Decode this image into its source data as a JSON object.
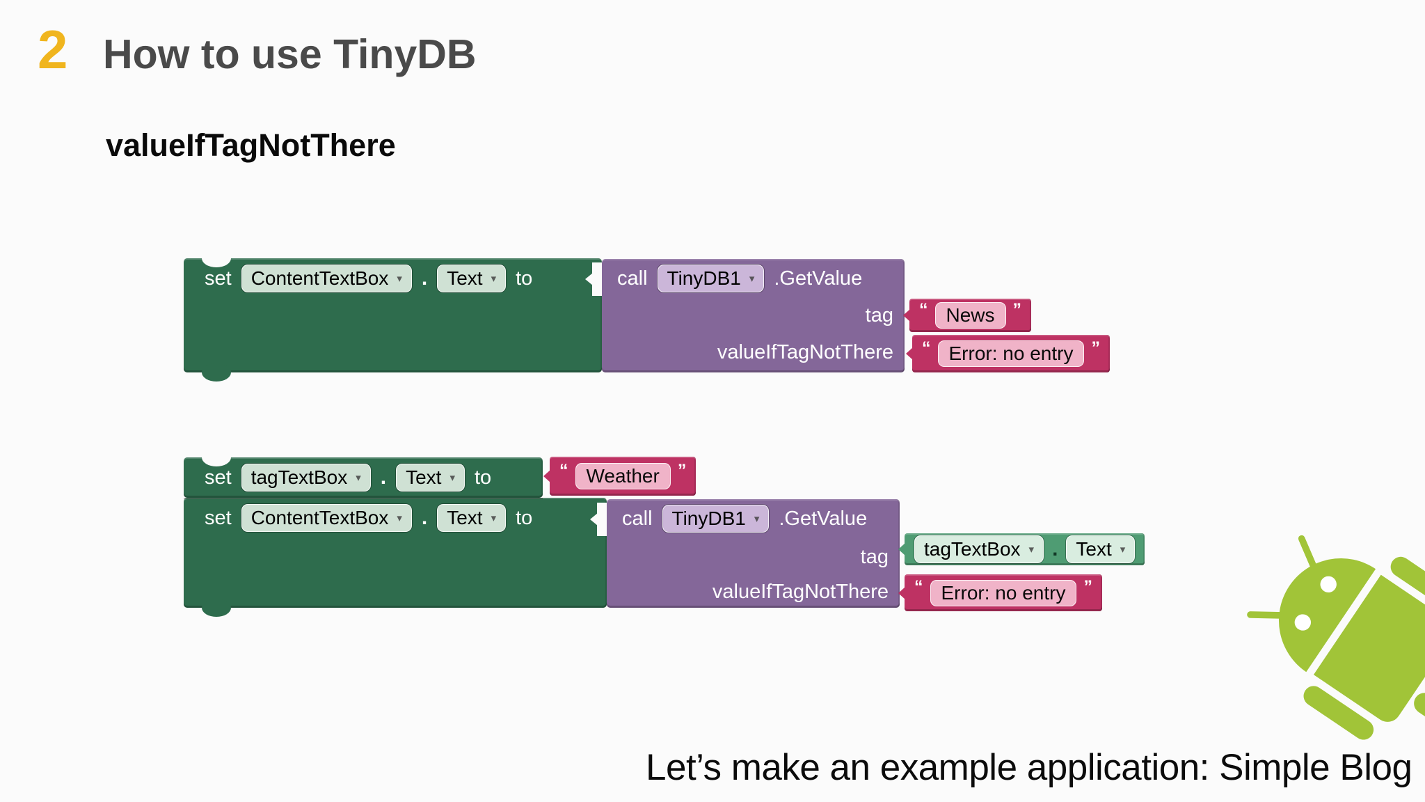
{
  "slide": {
    "number": "2",
    "title": "How to use TinyDB",
    "subtitle": "valueIfTagNotThere",
    "footer": "Let’s make an example application: Simple Blog"
  },
  "icons": {
    "dropdown_arrow": "▾",
    "quote_open": "“",
    "quote_close": "”",
    "android_logo": "android-robot"
  },
  "colors": {
    "slide_number_orange": "#F0B51E",
    "title_gray": "#4A4A4A",
    "setter_green": "#2E6C4D",
    "setter_field_green": "#CFE1D4",
    "getter_green": "#4F9C73",
    "getter_field_green": "#D9EDE0",
    "call_purple": "#846799",
    "call_field_purple": "#CBB6D9",
    "string_pink": "#BE3263",
    "string_field_pink": "#F0B3C8",
    "android_green": "#A1C438",
    "background": "#FBFBFB"
  },
  "blocks": {
    "first": {
      "set": {
        "kw": "set",
        "component": "ContentTextBox",
        "sep": ".",
        "property": "Text",
        "to": "to"
      },
      "call": {
        "kw": "call",
        "component": "TinyDB1",
        "method": ".GetValue"
      },
      "tag": {
        "label": "tag",
        "text": "News"
      },
      "vit": {
        "label": "valueIfTagNotThere",
        "text": "Error: no entry"
      }
    },
    "second": {
      "set_tag": {
        "kw": "set",
        "component": "tagTextBox",
        "sep": ".",
        "property": "Text",
        "to": "to",
        "text": "Weather"
      },
      "set_content": {
        "kw": "set",
        "component": "ContentTextBox",
        "sep": ".",
        "property": "Text",
        "to": "to"
      },
      "call": {
        "kw": "call",
        "component": "TinyDB1",
        "method": ".GetValue"
      },
      "tag": {
        "label": "tag",
        "component": "tagTextBox",
        "sep": ".",
        "property": "Text"
      },
      "vit": {
        "label": "valueIfTagNotThere",
        "text": "Error: no entry"
      }
    }
  }
}
